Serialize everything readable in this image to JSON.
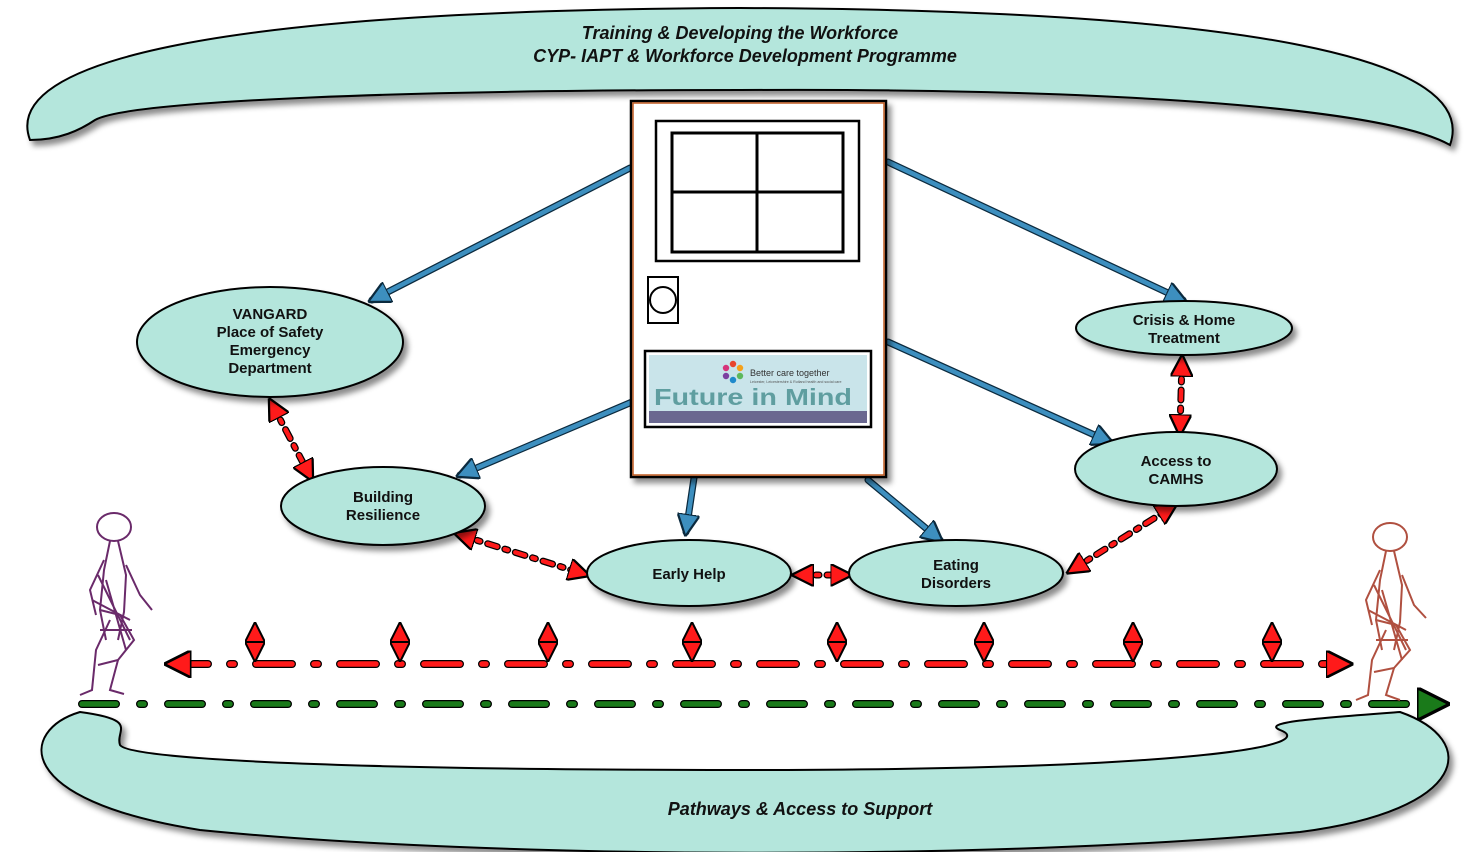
{
  "header": {
    "line1": "Training & Developing the Workforce",
    "line2": "CYP- IAPT & Workforce Development Programme"
  },
  "footer": {
    "label": "Pathways & Access to Support"
  },
  "door_sign": {
    "tagline": "Better care together",
    "subline": "Leicester, Leicestershire & Rutland health and social care",
    "title": "Future in Mind"
  },
  "nodes": {
    "vangard": {
      "lines": [
        "VANGARD",
        "Place of Safety",
        "Emergency",
        "Department"
      ]
    },
    "crisis": {
      "lines": [
        "Crisis & Home",
        "Treatment"
      ]
    },
    "building": {
      "lines": [
        "Building",
        "Resilience"
      ]
    },
    "access": {
      "lines": [
        "Access to",
        "CAMHS"
      ]
    },
    "early_help": {
      "lines": [
        "Early Help"
      ]
    },
    "eating": {
      "lines": [
        "Eating",
        "Disorders"
      ]
    }
  },
  "colors": {
    "band_fill": "#b4e6dc",
    "node_fill": "#b4e6dc",
    "door_arrow": "#3d8fbf",
    "red_link": "#ff1a1a",
    "green_path": "#1a7a1a",
    "logo_banner": "#c9e4ea",
    "logo_text": "#5f9ea0",
    "figure_left": "#6a2a6a",
    "figure_right": "#b05040"
  }
}
